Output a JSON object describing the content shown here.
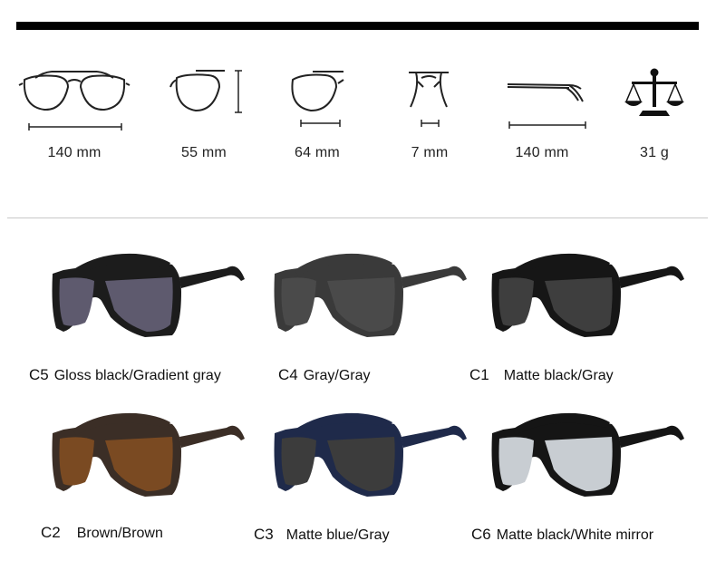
{
  "specs": [
    {
      "value": "140 mm",
      "icon": "frame-width-icon"
    },
    {
      "value": "55 mm",
      "icon": "lens-height-icon"
    },
    {
      "value": "64 mm",
      "icon": "lens-width-icon"
    },
    {
      "value": "7 mm",
      "icon": "bridge-width-icon"
    },
    {
      "value": "140 mm",
      "icon": "temple-length-icon"
    },
    {
      "value": "31 g",
      "icon": "weight-scale-icon"
    }
  ],
  "variants": [
    {
      "code": "C5",
      "name": "Gloss black/Gradient gray",
      "frame_color": "#1c1c1c",
      "lens_color": "#5e5a6e"
    },
    {
      "code": "C4",
      "name": "Gray/Gray",
      "frame_color": "#3a3a3a",
      "lens_color": "#4a4a4a"
    },
    {
      "code": "C1",
      "name": "Matte black/Gray",
      "frame_color": "#161616",
      "lens_color": "#3e3e3e"
    },
    {
      "code": "C2",
      "name": "Brown/Brown",
      "frame_color": "#3b2e26",
      "lens_color": "#7a4a22"
    },
    {
      "code": "C3",
      "name": "Matte blue/Gray",
      "frame_color": "#1f2a4a",
      "lens_color": "#3c3c3c"
    },
    {
      "code": "C6",
      "name": "Matte black/White mirror",
      "frame_color": "#151515",
      "lens_color": "#c8cdd2"
    }
  ]
}
